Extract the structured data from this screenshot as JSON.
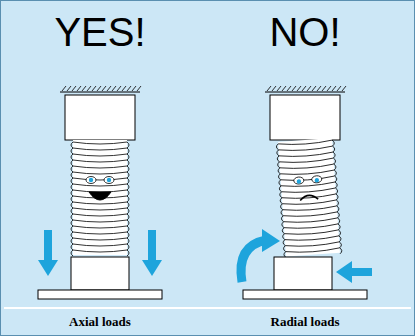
{
  "diagram": {
    "labels": [
      "YES!",
      "NO!",
      "Axial loads",
      "Radial loads"
    ]
  }
}
